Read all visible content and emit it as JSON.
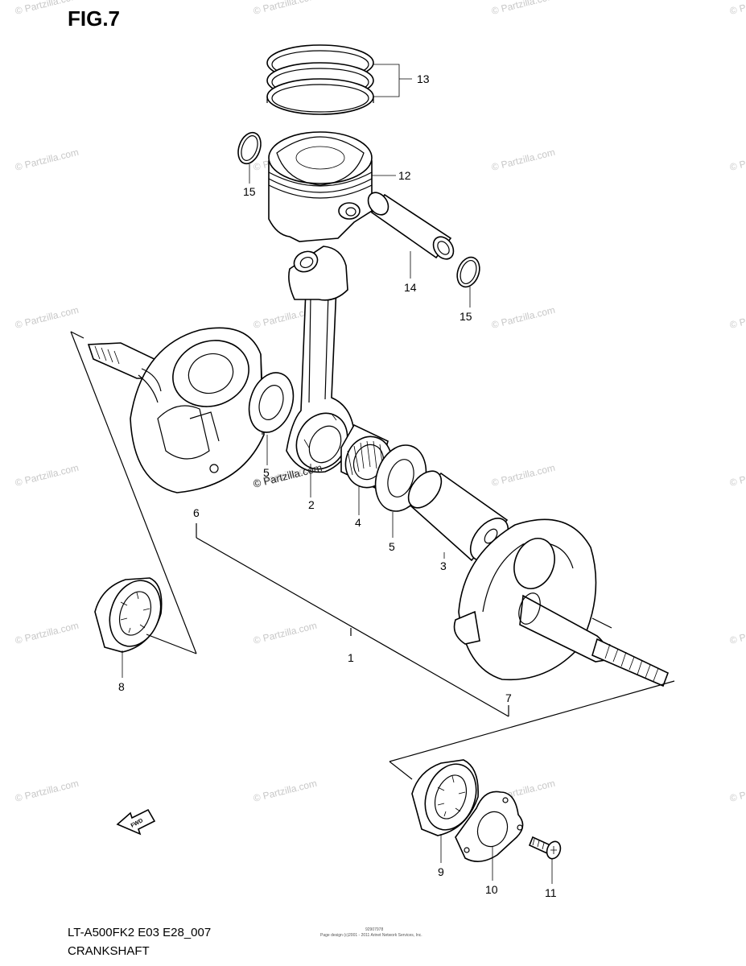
{
  "figure": {
    "title": "FIG.7",
    "model_code": "LT-A500FK2 E03 E28_007",
    "section_name": "CRANKSHAFT"
  },
  "callouts": {
    "c13": "13",
    "c12": "12",
    "c15a": "15",
    "c15b": "15",
    "c14": "14",
    "c5a": "5",
    "c2": "2",
    "c4": "4",
    "c5b": "5",
    "c3": "3",
    "c6": "6",
    "c1": "1",
    "c7": "7",
    "c8": "8",
    "c9": "9",
    "c10": "10",
    "c11": "11"
  },
  "fwd_label": "FWD",
  "watermark": {
    "text": "© Partzilla.com",
    "main_text": "© Partzilla.com"
  },
  "footer_fineprint": {
    "code": "92907978",
    "credit": "Page design (c)2001 - 2011 Arinet Network Services, Inc."
  }
}
